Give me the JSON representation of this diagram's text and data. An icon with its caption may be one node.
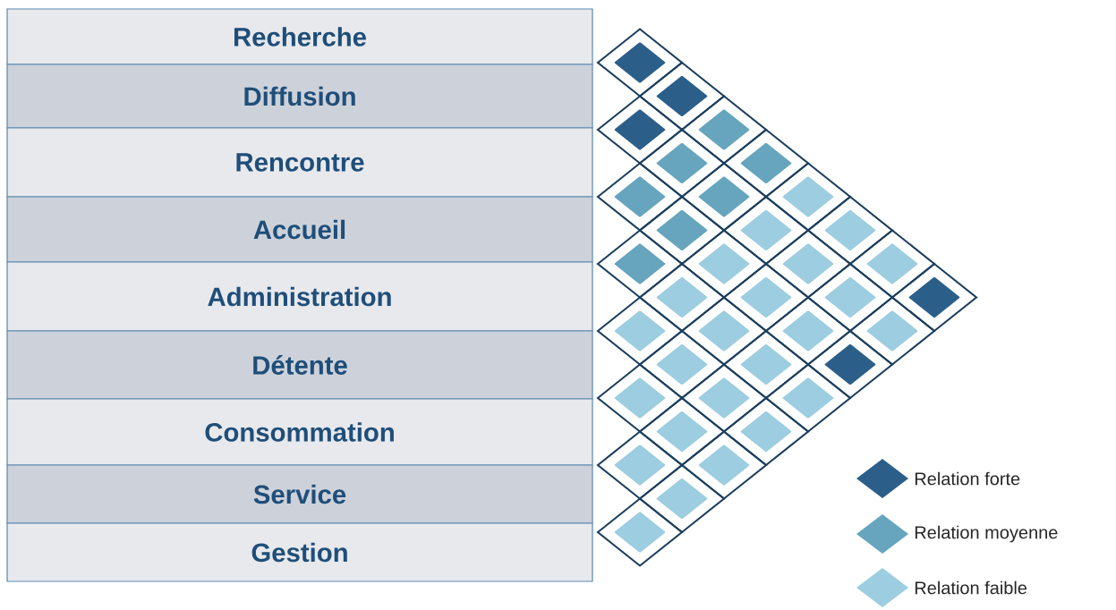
{
  "diagram": {
    "nodes": [
      {
        "text": [
          "Recherche"
        ]
      },
      {
        "text": [
          "Diffusion"
        ]
      },
      {
        "text": [
          "Rencontre"
        ]
      },
      {
        "text": [
          "Accueil"
        ]
      },
      {
        "text": [
          "Administration"
        ]
      },
      {
        "text": [
          "Détente"
        ]
      },
      {
        "text": [
          "Consommation"
        ]
      },
      {
        "text": [
          "Service"
        ]
      },
      {
        "text": [
          "Gestion"
        ]
      },
      {
        "text": [],
        "shape": "diamond"
      },
      {
        "text": [],
        "shape": "diamond"
      },
      {
        "text": [],
        "shape": "diamond"
      },
      {
        "text": [],
        "shape": "diamond"
      },
      {
        "text": [],
        "shape": "diamond"
      },
      {
        "text": [],
        "shape": "diamond"
      },
      {
        "text": [],
        "shape": "diamond"
      },
      {
        "text": [],
        "shape": "diamond"
      },
      {
        "text": [],
        "shape": "diamond"
      },
      {
        "text": [],
        "shape": "diamond"
      },
      {
        "text": [],
        "shape": "diamond"
      },
      {
        "text": [],
        "shape": "diamond"
      },
      {
        "text": [],
        "shape": "diamond"
      },
      {
        "text": [],
        "shape": "diamond"
      },
      {
        "text": [],
        "shape": "diamond"
      },
      {
        "text": [],
        "shape": "diamond"
      },
      {
        "text": [],
        "shape": "diamond"
      },
      {
        "text": [],
        "shape": "diamond"
      },
      {
        "text": [],
        "shape": "diamond"
      },
      {
        "text": [],
        "shape": "diamond"
      },
      {
        "text": [],
        "shape": "diamond"
      },
      {
        "text": [],
        "shape": "diamond"
      },
      {
        "text": [],
        "shape": "diamond"
      },
      {
        "text": [],
        "shape": "diamond"
      },
      {
        "text": [],
        "shape": "diamond"
      },
      {
        "text": [],
        "shape": "diamond"
      },
      {
        "text": [],
        "shape": "diamond"
      },
      {
        "text": [],
        "shape": "diamond"
      },
      {
        "text": [],
        "shape": "diamond"
      },
      {
        "text": [],
        "shape": "diamond"
      },
      {
        "text": [],
        "shape": "diamond"
      },
      {
        "text": [],
        "shape": "diamond"
      },
      {
        "text": [],
        "shape": "diamond"
      },
      {
        "text": [],
        "shape": "diamond"
      },
      {
        "text": [],
        "shape": "diamond"
      },
      {
        "text": [],
        "shape": "diamond"
      }
    ],
    "legend": [
      {
        "text": "Relation forte",
        "color": "#2b5f8a"
      },
      {
        "text": "Relation moyenne",
        "color": "#66a5bd"
      },
      {
        "text": "Relation faible",
        "color": "#9ccde0"
      }
    ]
  }
}
